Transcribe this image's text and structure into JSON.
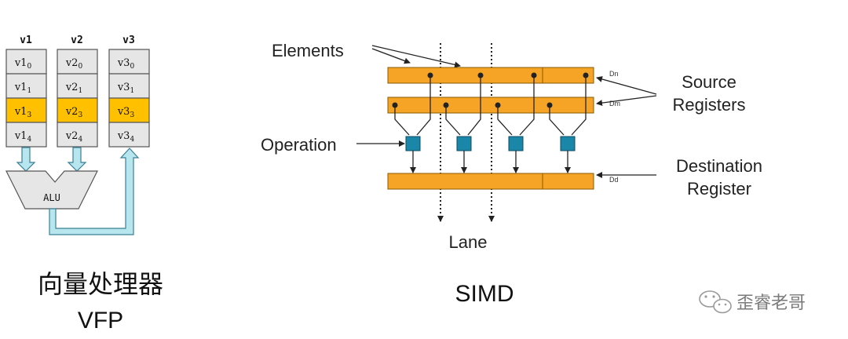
{
  "colors": {
    "cell_gray": "#e6e6e6",
    "cell_yellow": "#ffc000",
    "register_orange": "#f5a425",
    "arrow_blue": "#b8e6ef",
    "op_teal": "#1a86a8",
    "line": "#222222"
  },
  "vfp": {
    "headers": [
      "v1",
      "v2",
      "v3"
    ],
    "rows": [
      [
        {
          "base": "v1",
          "sub": "0"
        },
        {
          "base": "v2",
          "sub": "0"
        },
        {
          "base": "v3",
          "sub": "0"
        }
      ],
      [
        {
          "base": "v1",
          "sub": "1"
        },
        {
          "base": "v2",
          "sub": "1"
        },
        {
          "base": "v3",
          "sub": "1"
        }
      ],
      [
        {
          "base": "v1",
          "sub": "3"
        },
        {
          "base": "v2",
          "sub": "3"
        },
        {
          "base": "v3",
          "sub": "3"
        }
      ],
      [
        {
          "base": "v1",
          "sub": "4"
        },
        {
          "base": "v2",
          "sub": "4"
        },
        {
          "base": "v3",
          "sub": "4"
        }
      ]
    ],
    "highlight_row": 2,
    "alu_label": "ALU",
    "caption_cn": "向量处理器",
    "caption_en": "VFP"
  },
  "simd": {
    "elements_label": "Elements",
    "source_label_line1": "Source",
    "source_label_line2": "Registers",
    "operation_label": "Operation",
    "dest_label_line1": "Destination",
    "dest_label_line2": "Register",
    "lane_label": "Lane",
    "dn_label": "Dn",
    "dm_label": "Dm",
    "dd_label": "Dd",
    "caption": "SIMD",
    "lane_count": 4
  },
  "watermark": {
    "text": "歪睿老哥",
    "icon": "wechat-icon"
  }
}
